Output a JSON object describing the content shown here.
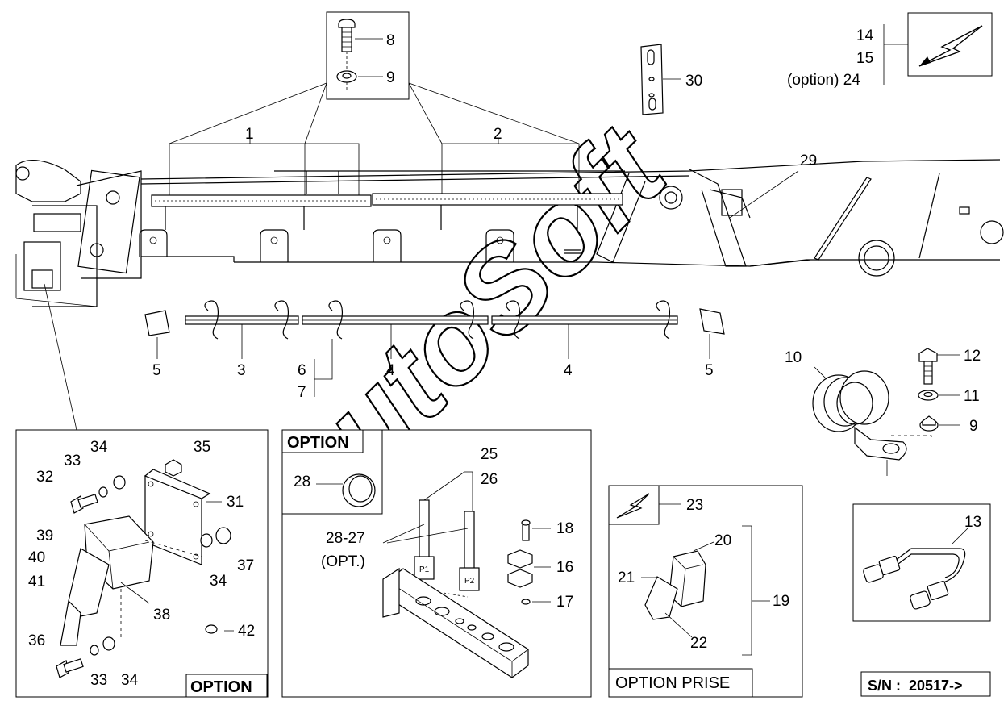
{
  "diagram": {
    "callouts": {
      "c1": "1",
      "c2": "2",
      "c3": "3",
      "c4a": "4",
      "c4b": "4",
      "c5a": "5",
      "c5b": "5",
      "c6": "6",
      "c7": "7",
      "c8": "8",
      "c9a": "9",
      "c9b": "9",
      "c10": "10",
      "c11": "11",
      "c12": "12",
      "c13": "13",
      "c14": "14",
      "c15": "15",
      "c24": "(option) 24",
      "c16": "16",
      "c17": "17",
      "c18": "18",
      "c19": "19",
      "c20": "20",
      "c21": "21",
      "c22": "22",
      "c23": "23",
      "c25": "25",
      "c26": "26",
      "c27": "28-27",
      "c27opt": "(OPT.)",
      "c28": "28",
      "c29": "29",
      "c30": "30",
      "c31": "31",
      "c32": "32",
      "c33a": "33",
      "c33b": "33",
      "c34a": "34",
      "c34b": "34",
      "c34c": "34",
      "c35": "35",
      "c36": "36",
      "c37": "37",
      "c38": "38",
      "c39": "39",
      "c40": "40",
      "c41": "41",
      "c42": "42"
    },
    "tags": {
      "p1": "P1",
      "p2": "P2"
    },
    "labels": {
      "option_left": "OPTION",
      "option_middle": "OPTION",
      "option_prise": "OPTION PRISE",
      "serial": "S/N :  20517->"
    },
    "watermark": "AutoSoft"
  }
}
